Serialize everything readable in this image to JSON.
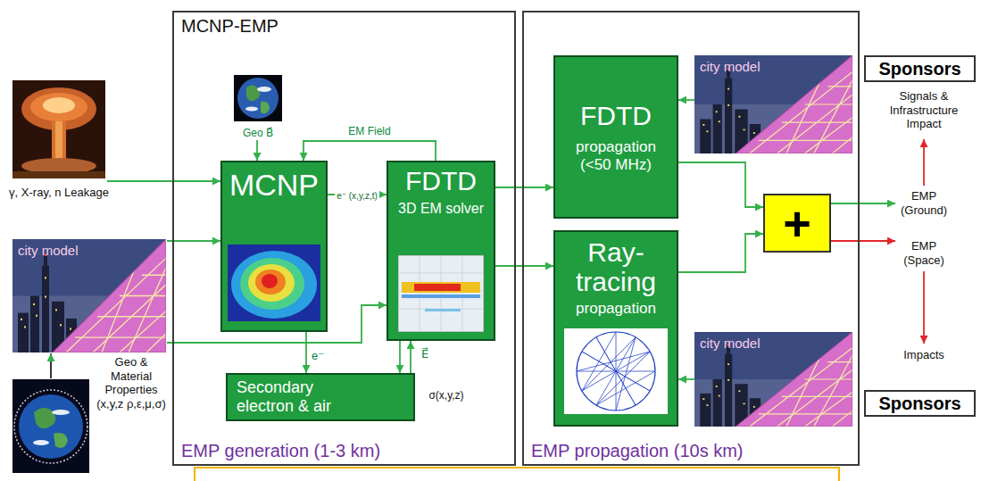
{
  "diagram": {
    "nodes": [
      {
        "text": [
          "MCNP-EMP",
          "EMP generation (1-3 km)"
        ]
      },
      {
        "text": [
          "MCNP"
        ],
        "in": 0
      },
      {
        "text": [
          "FDTD",
          "3D EM solver"
        ],
        "in": 0
      },
      {
        "text": [
          "Secondary electron & air"
        ],
        "in": 0
      },
      {
        "text": [
          "EMP propagation (10s km)"
        ]
      },
      {
        "text": [
          "FDTD",
          "propagation (<50 MHz)"
        ],
        "in": 4
      },
      {
        "text": [
          "Ray-tracing",
          "propagation"
        ],
        "in": 4
      },
      {
        "text": [
          "+"
        ],
        "in": 4
      },
      {
        "text": [
          "Sponsors"
        ]
      },
      {
        "text": [
          "Sponsors"
        ]
      }
    ],
    "edges": [
      {
        "from": 1,
        "to": 2,
        "arrow": "to",
        "label": "e⁻ (x,y,z,t)"
      },
      {
        "from": 2,
        "to": 1,
        "arrow": "to",
        "label": "EM Field"
      },
      {
        "from": 1,
        "to": 3,
        "arrow": "to",
        "label": "e⁻"
      },
      {
        "from": 2,
        "to": 3,
        "arrow": "to",
        "label": "E⃗"
      },
      {
        "from": 3,
        "to": 2,
        "arrow": "to",
        "label": "σ(x,y,z)"
      },
      {
        "from": 2,
        "to": 5,
        "arrow": "to"
      },
      {
        "from": 2,
        "to": 6,
        "arrow": "to"
      },
      {
        "from": 5,
        "to": 7,
        "arrow": "to"
      },
      {
        "from": 6,
        "to": 7,
        "arrow": "to"
      }
    ],
    "labels": [
      "γ, X-ray, n Leakage",
      "city model",
      "Geo & Material Properties (x,y,z ρ,ε,μ,σ)",
      "Geo B⃗",
      "city model",
      "city model",
      "Signals & Infrastructure Impact",
      "EMP (Ground)",
      "EMP (Space)",
      "Impacts"
    ]
  }
}
